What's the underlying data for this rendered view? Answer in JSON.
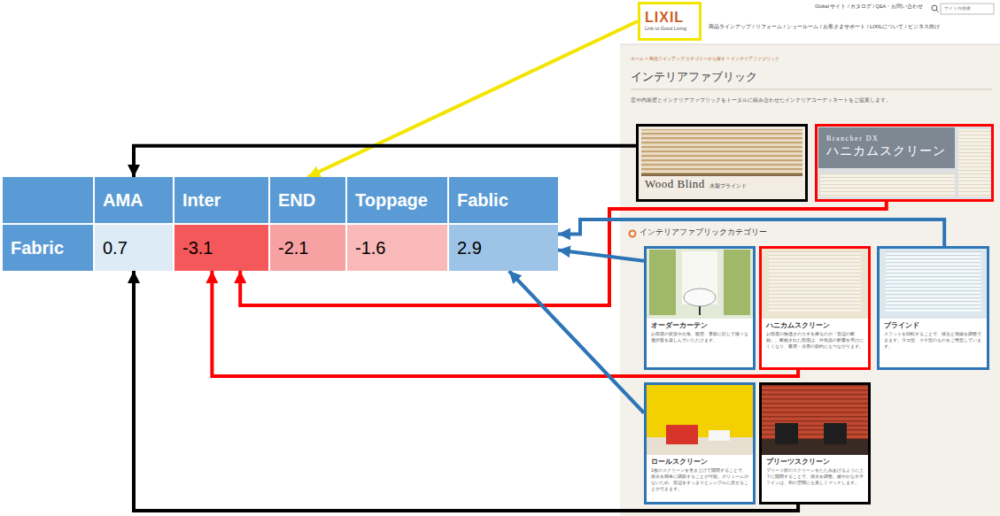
{
  "diagram": {
    "nodes": [
      {
        "text": [
          "AMA"
        ]
      },
      {
        "text": [
          "Inter"
        ]
      },
      {
        "text": [
          "END"
        ]
      },
      {
        "text": [
          "Toppage"
        ]
      },
      {
        "text": [
          "Fablic"
        ]
      },
      {
        "text": [
          "Fabric"
        ]
      },
      {
        "text": [
          "0.7"
        ]
      },
      {
        "text": [
          "-3.1"
        ]
      },
      {
        "text": [
          "-2.1"
        ]
      },
      {
        "text": [
          "-1.6"
        ]
      },
      {
        "text": [
          "2.9"
        ]
      },
      {
        "text": [
          "LIXIL",
          "Link to Good Living"
        ]
      },
      {
        "text": [
          "Wood Blind",
          "木製ブラインド"
        ]
      },
      {
        "text": [
          "Brancher DX",
          "ハニカムスクリーン"
        ]
      },
      {
        "text": [
          "オーダーカーテン",
          "お部屋の状況や方角、眺望、季節に応じて様々な選択肢を楽しんでいただけます。"
        ]
      },
      {
        "text": [
          "ハニカムスクリーン",
          "お部屋の快適さのカギを握るのが「窓辺の断熱」。断熱された部屋は、外気温の影響を受けにくくなり、暖房・冷房の節約にもつながります。"
        ]
      },
      {
        "text": [
          "ブラインド",
          "スラットを回転することで、採光と視線を調整できます。ヨコ型、タテ型のものをご用意しています。"
        ]
      },
      {
        "text": [
          "ロールスクリーン",
          "1枚のスクリーンを巻き上げて開閉することで、採光を簡単に調節することが可能。ボリュームがないため、窓辺をすっきりとシンプルに見せることができます。"
        ]
      },
      {
        "text": [
          "プリーツスクリーン",
          "プリーツ状のスクリーンをたたみあげるように上下に開閉することで、採光を調整。緩やかな水平ラインは、和の空間にも美しくマッチします。"
        ]
      }
    ],
    "edges": [
      {
        "from": 11,
        "to": 2,
        "arrow": "to"
      },
      {
        "from": 12,
        "to": 0,
        "arrow": "to"
      },
      {
        "from": 13,
        "to": 7,
        "arrow": "to"
      },
      {
        "from": 15,
        "to": 7,
        "arrow": "to"
      },
      {
        "from": 14,
        "to": 10,
        "arrow": "to"
      },
      {
        "from": 16,
        "to": 10,
        "arrow": "to"
      },
      {
        "from": 17,
        "to": 10,
        "arrow": "to"
      },
      {
        "from": 18,
        "to": 6,
        "arrow": "to"
      }
    ],
    "labels": [
      "Global サイト / カタログ / Q&A・お問い合わせ",
      "サイト内検索",
      "商品ラインアップ / リフォーム / ショールーム / お客さまサポート / LIXILについて / ビジネス向け",
      "ホーム > 商品ラインアップ カテゴリーから探す > インテリアファブリック",
      "インテリアファブリック",
      "窓や内装壁とインテリアファブリックをトータルに組み合わせたインテリアコーディネートをご提案します。",
      "インテリアファブリックカテゴリー"
    ]
  }
}
